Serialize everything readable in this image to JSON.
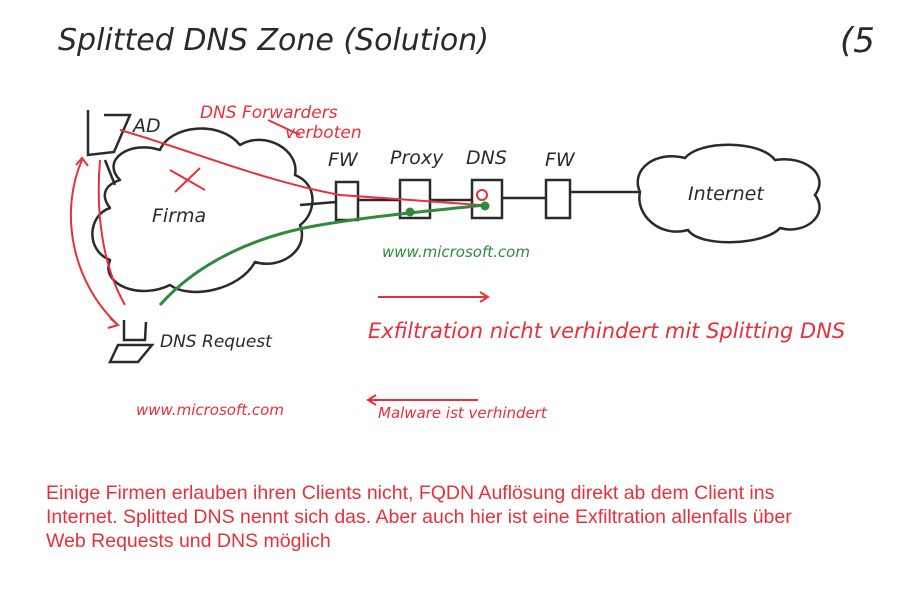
{
  "title": "Splitted DNS Zone (Solution)",
  "page_number": "(5",
  "nodes": {
    "ad": "AD",
    "firma": "Firma",
    "fw_left": "FW",
    "proxy": "Proxy",
    "dns": "DNS",
    "fw_right": "FW",
    "internet": "Internet",
    "dns_request": "DNS Request"
  },
  "annotations": {
    "dns_forwarders": "DNS Forwarders",
    "verboten": "verboten",
    "green_domain": "www.microsoft.com",
    "exfiltration": "Exfiltration nicht verhindert mit Splitting DNS",
    "red_domain": "www.microsoft.com",
    "malware": "Malware ist verhindert"
  },
  "colors": {
    "ink": "#2a2a2a",
    "red": "#e8303a",
    "green": "#2e8b3e"
  },
  "explanation": "Einige Firmen erlauben ihren Clients nicht, FQDN Auflösung direkt ab dem Client ins Internet. Splitted DNS nennt sich das. Aber auch hier ist eine Exfiltration allenfalls über Web Requests und DNS möglich"
}
